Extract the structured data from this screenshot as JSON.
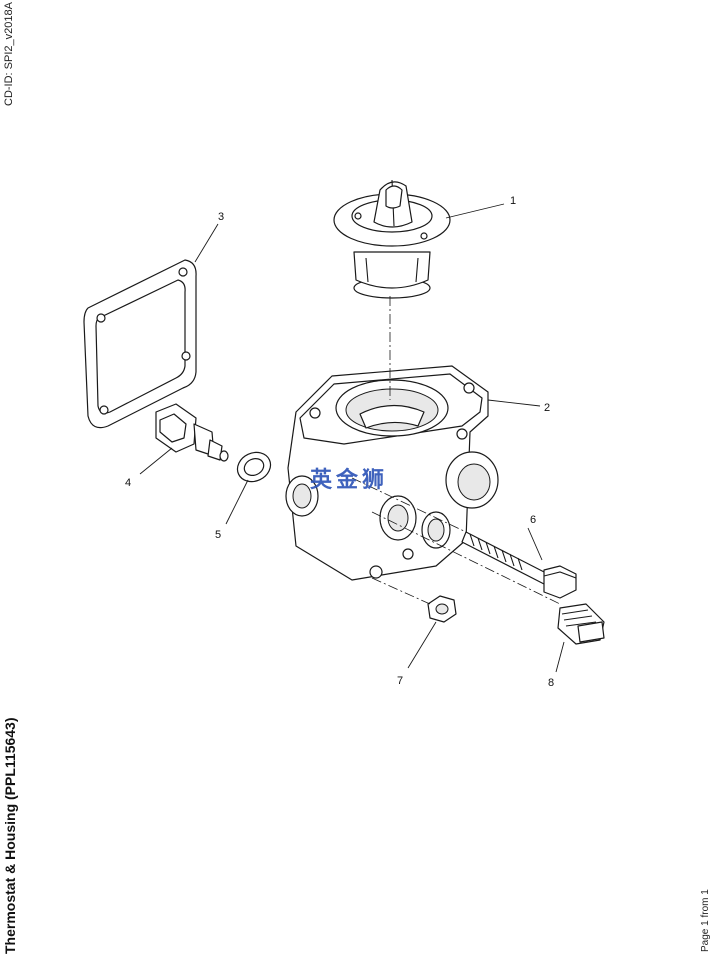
{
  "header": {
    "cd_id": "CD-ID: SPI2_v2018A"
  },
  "footer": {
    "title": "Thermostat & Housing (PPL115643)",
    "page": "Page 1 from 1"
  },
  "watermark": {
    "text": "英金狮",
    "color": "#2f55b8"
  },
  "callouts": [
    "1",
    "2",
    "3",
    "4",
    "5",
    "6",
    "7",
    "8"
  ]
}
